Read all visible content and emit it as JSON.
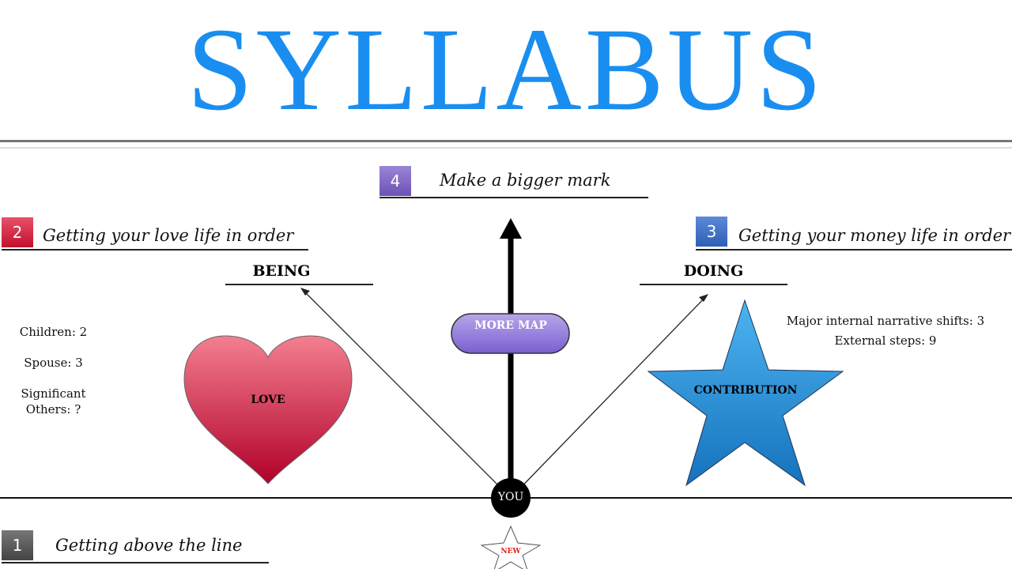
{
  "title": "SYLLABUS",
  "sections": [
    {
      "number": "1",
      "label": "Getting above the line",
      "color": "#555555"
    },
    {
      "number": "2",
      "label": "Getting your love life in order",
      "color": "#c8213f"
    },
    {
      "number": "3",
      "label": "Getting your money life in order",
      "color": "#3f6fc4"
    },
    {
      "number": "4",
      "label": "Make a bigger mark",
      "color": "#7a5fbf"
    }
  ],
  "being": "BEING",
  "doing": "DOING",
  "love_stats": {
    "children": "Children: 2",
    "spouse": "Spouse: 3",
    "significant": "Significant Others: ?"
  },
  "money_stats": {
    "shifts": "Major internal narrative shifts: 3",
    "steps": "External steps: 9"
  },
  "heart_label": "LOVE",
  "star_label": "CONTRIBUTION",
  "more_map": "MORE MAP",
  "you": "YOU",
  "new": "NEW"
}
